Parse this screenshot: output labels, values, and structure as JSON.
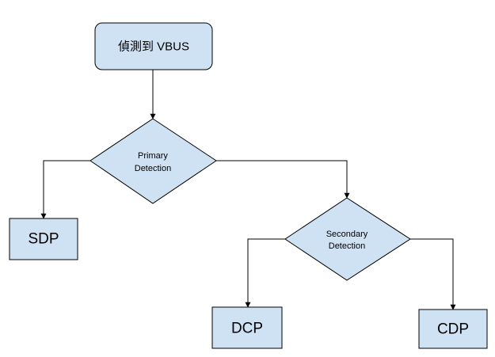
{
  "diagram": {
    "nodes": {
      "start": {
        "label": "偵測到 VBUS"
      },
      "primary": {
        "lines": [
          "Primary",
          "Detection"
        ]
      },
      "secondary": {
        "lines": [
          "Secondary",
          "Detection"
        ]
      },
      "sdp": {
        "label": "SDP"
      },
      "dcp": {
        "label": "DCP"
      },
      "cdp": {
        "label": "CDP"
      }
    },
    "edges": [
      {
        "from": "start",
        "to": "primary"
      },
      {
        "from": "primary",
        "to": "sdp"
      },
      {
        "from": "primary",
        "to": "secondary"
      },
      {
        "from": "secondary",
        "to": "dcp"
      },
      {
        "from": "secondary",
        "to": "cdp"
      }
    ],
    "colors": {
      "node_fill": "#cfe2f3",
      "stroke": "#000000"
    }
  }
}
